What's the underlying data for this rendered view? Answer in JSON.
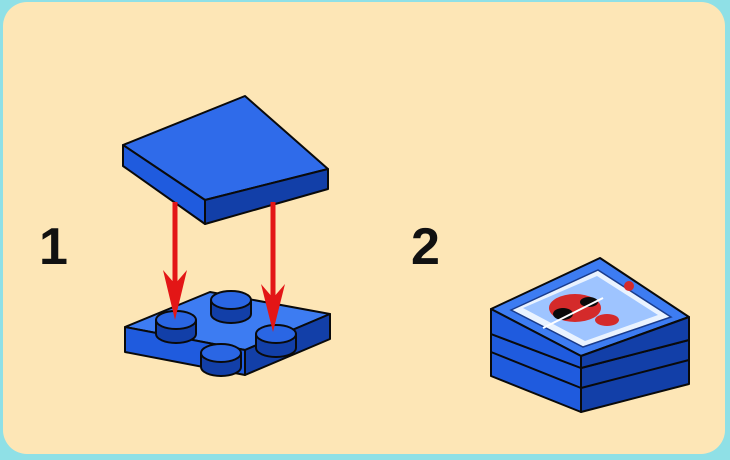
{
  "steps": [
    {
      "number": "1"
    },
    {
      "number": "2"
    }
  ],
  "colors": {
    "background": "#fde6b6",
    "frame": "#8fe0e6",
    "brick_blue": "#1f5bde",
    "brick_blue_light": "#3d7cf2",
    "brick_blue_dark": "#123fa8",
    "outline": "#0a0a0a",
    "arrow": "#e31616"
  },
  "icons": {
    "step1": "tile-placed-on-2x2-plate-illustration",
    "step2": "printed-tile-on-plate-illustration",
    "arrow": "down-arrow-icon"
  }
}
